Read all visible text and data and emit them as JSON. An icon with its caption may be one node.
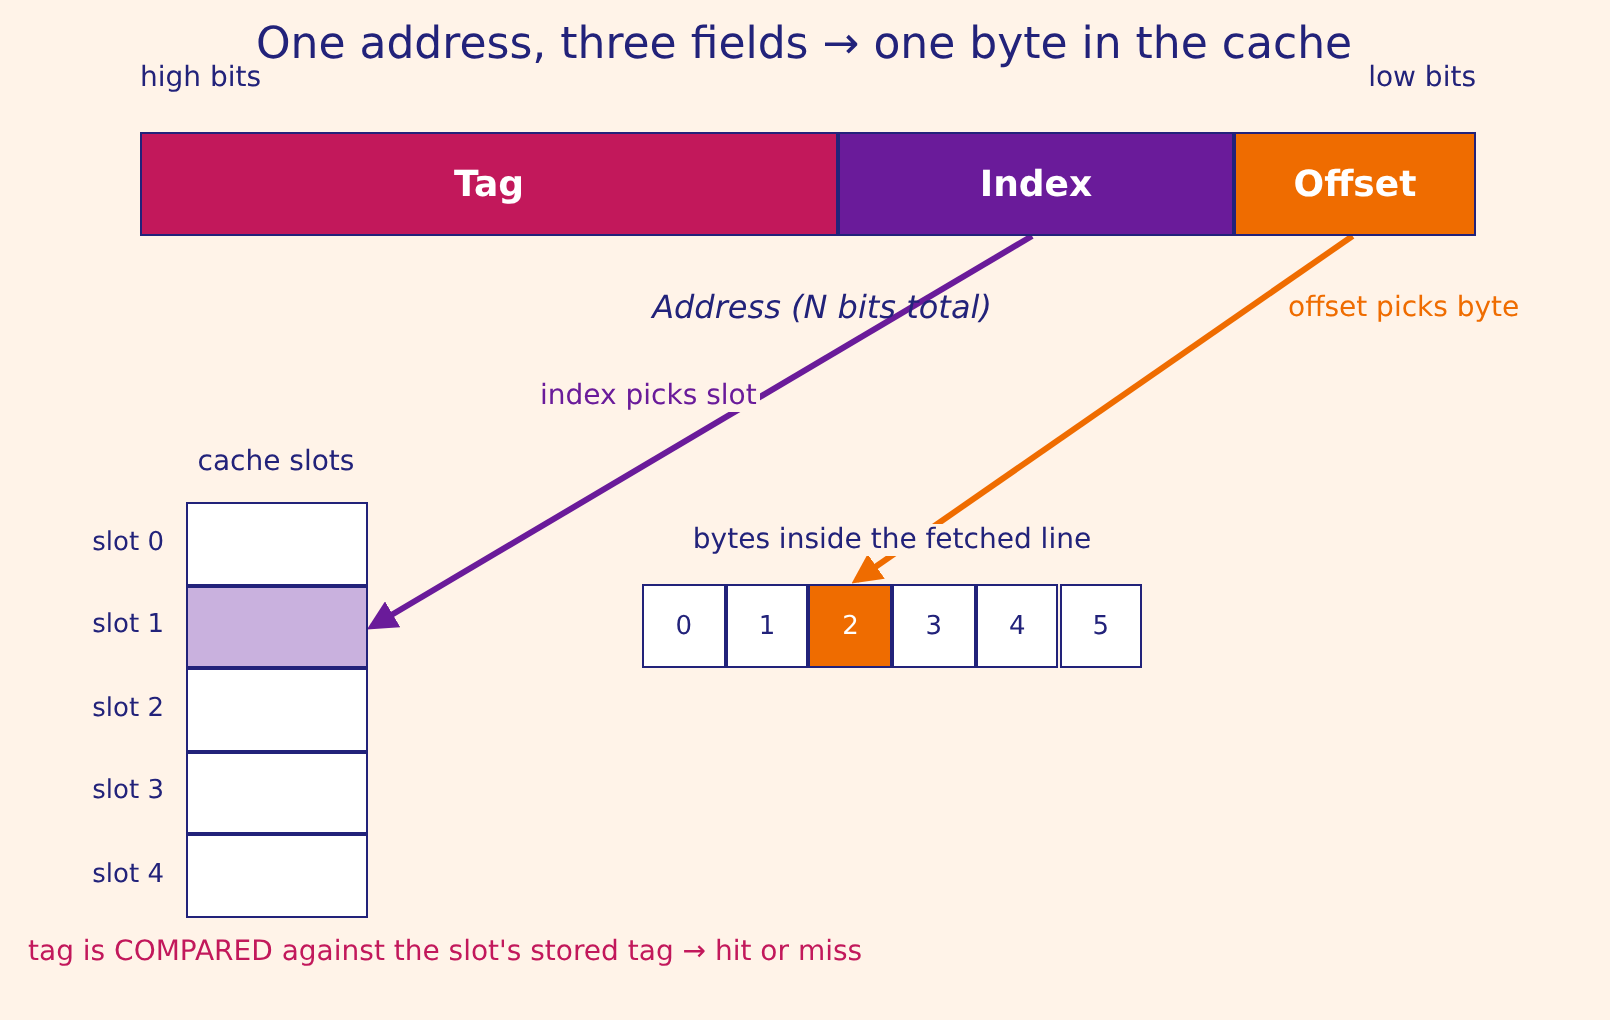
{
  "diagram": {
    "title": "One address, three fields → one byte in the cache",
    "nodes": [
      {
        "text": [
          "Tag"
        ]
      },
      {
        "text": [
          "Index"
        ]
      },
      {
        "text": [
          "Offset"
        ]
      },
      {
        "text": [],
        "shape": "box",
        "beside": [
          "slot 0"
        ]
      },
      {
        "text": [],
        "shape": "box",
        "beside": [
          "slot 1"
        ]
      },
      {
        "text": [],
        "shape": "box",
        "beside": [
          "slot 2"
        ]
      },
      {
        "text": [],
        "shape": "box",
        "beside": [
          "slot 3"
        ]
      },
      {
        "text": [],
        "shape": "box",
        "beside": [
          "slot 4"
        ]
      },
      {
        "text": [
          "0"
        ]
      },
      {
        "text": [
          "1"
        ]
      },
      {
        "text": [
          "2"
        ]
      },
      {
        "text": [
          "3"
        ]
      },
      {
        "text": [
          "4"
        ]
      },
      {
        "text": [
          "5"
        ]
      }
    ],
    "edges": [
      {
        "from": 1,
        "to": 4,
        "arrow": "to",
        "label": "index picks slot",
        "color": "#6a1b9a"
      },
      {
        "from": 2,
        "to": 10,
        "arrow": "to",
        "label": "offset picks byte",
        "color": "#ef6c00"
      }
    ],
    "labels": [
      "high bits",
      "low bits",
      "Address  (N bits total)",
      "cache slots",
      "bytes inside the fetched line",
      "tag is COMPARED against the slot's stored tag → hit or miss"
    ]
  }
}
